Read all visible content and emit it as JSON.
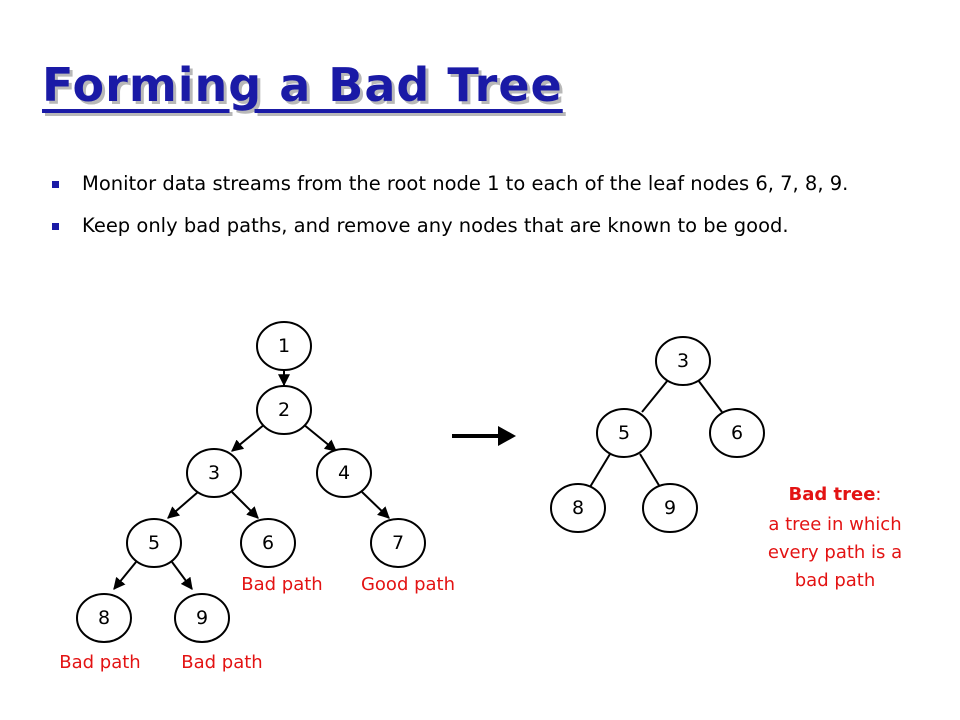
{
  "slide": {
    "title": "Forming a Bad Tree",
    "bullets": [
      "Monitor data streams from the root node 1 to each of the leaf nodes 6, 7, 8, 9.",
      "Keep only bad paths, and remove any nodes that are known to be good."
    ]
  },
  "colors": {
    "title": "#1a1aa6",
    "bullet": "#1a1aa6",
    "annotation": "#e31313"
  },
  "original_tree": {
    "nodes": [
      "1",
      "2",
      "3",
      "4",
      "5",
      "6",
      "7",
      "8",
      "9"
    ],
    "edges": [
      [
        "1",
        "2"
      ],
      [
        "2",
        "3"
      ],
      [
        "2",
        "4"
      ],
      [
        "3",
        "5"
      ],
      [
        "3",
        "6"
      ],
      [
        "4",
        "7"
      ],
      [
        "5",
        "8"
      ],
      [
        "5",
        "9"
      ]
    ],
    "path_labels": {
      "6": "Bad path",
      "7": "Good path",
      "8": "Bad path",
      "9": "Bad path"
    }
  },
  "transform_arrow": "right-arrow-icon",
  "bad_tree": {
    "nodes": [
      "3",
      "5",
      "6",
      "8",
      "9"
    ],
    "edges": [
      [
        "3",
        "5"
      ],
      [
        "3",
        "6"
      ],
      [
        "5",
        "8"
      ],
      [
        "5",
        "9"
      ]
    ],
    "definition_title": "Bad tree",
    "definition_colon": ":",
    "definition_lines": [
      "a tree in which",
      "every path is a",
      "bad path"
    ]
  }
}
